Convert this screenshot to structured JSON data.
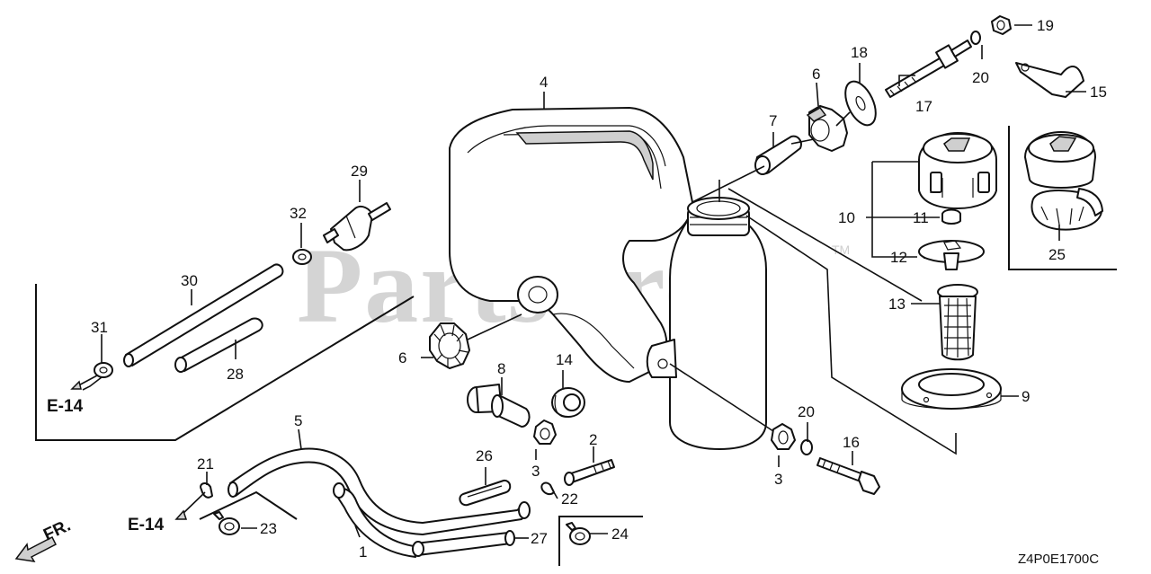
{
  "watermark": "PartsTree",
  "trademark": "TM",
  "diagram_code": "Z4P0E1700C",
  "front_arrow_label": "FR.",
  "ref_labels": {
    "left": "E-14",
    "bottom": "E-14"
  },
  "callouts": {
    "c1": "1",
    "c2": "2",
    "c3a": "3",
    "c3b": "3",
    "c4": "4",
    "c5": "5",
    "c6a": "6",
    "c6b": "6",
    "c7": "7",
    "c8": "8",
    "c9": "9",
    "c10": "10",
    "c11": "11",
    "c12": "12",
    "c13": "13",
    "c14": "14",
    "c15": "15",
    "c16": "16",
    "c17": "17",
    "c18": "18",
    "c19": "19",
    "c20a": "20",
    "c20b": "20",
    "c21": "21",
    "c22": "22",
    "c23": "23",
    "c24": "24",
    "c25": "25",
    "c26": "26",
    "c27": "27",
    "c28": "28",
    "c29": "29",
    "c30": "30",
    "c31": "31",
    "c32": "32"
  }
}
